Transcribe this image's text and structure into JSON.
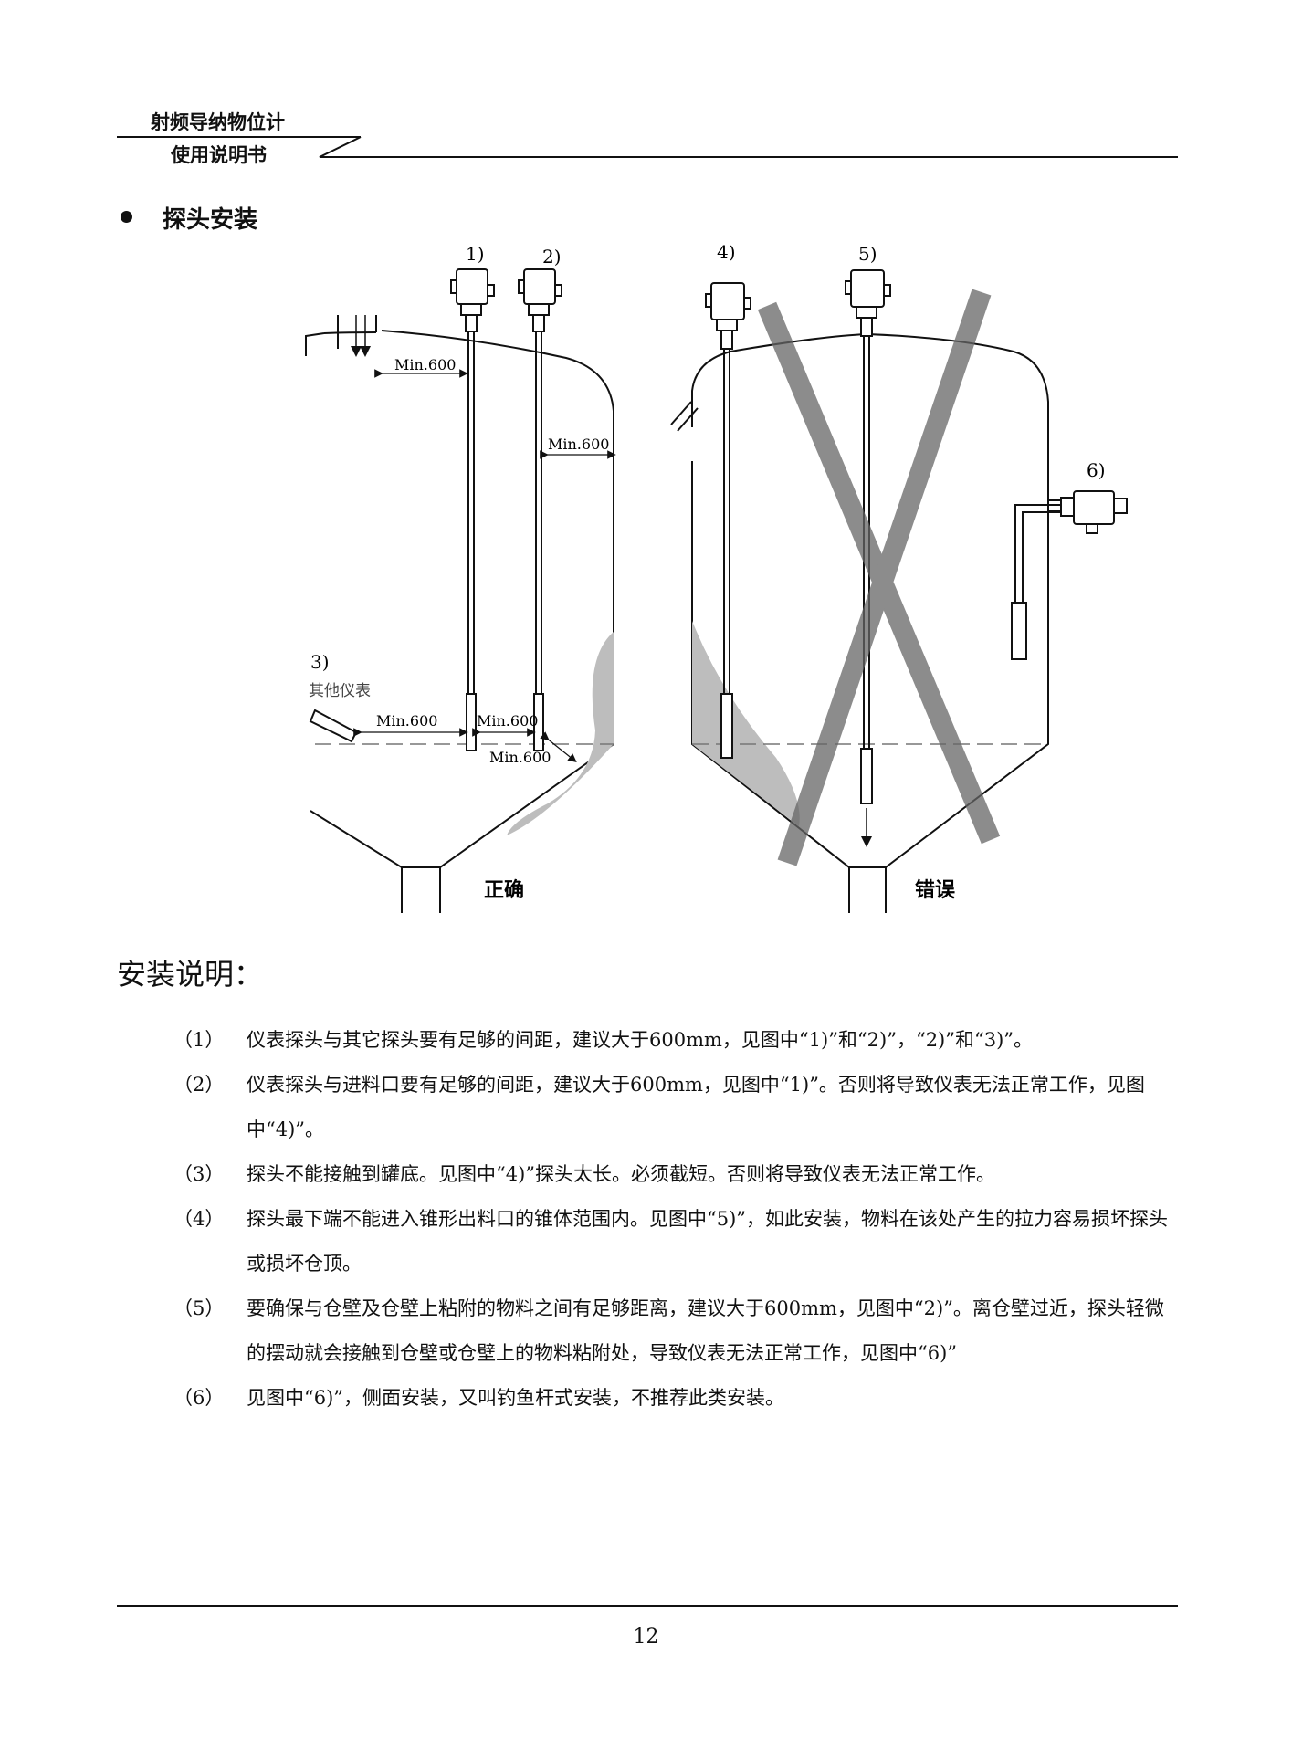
{
  "header": {
    "title": "射频导纳物位计",
    "subtitle": "使用说明书"
  },
  "section": {
    "bullet_title": "探头安装"
  },
  "figure": {
    "labels": {
      "p1": "1)",
      "p2": "2)",
      "p3": "3)",
      "p3_caption": "其他仪表",
      "p4": "4)",
      "p5": "5)",
      "p6": "6)",
      "dim_top": "Min.600",
      "dim_wall": "Min.600",
      "dim_bottom_left": "Min.600",
      "dim_bottom_mid": "Min.600",
      "dim_bottom_right": "Min.600",
      "correct": "正确",
      "wrong": "错误"
    }
  },
  "notes": {
    "title": "安装说明：",
    "items": [
      {
        "num": "（1）",
        "text": "仪表探头与其它探头要有足够的间距，建议大于600mm，见图中“1)”和“2)”，“2)”和“3)”。"
      },
      {
        "num": "（2）",
        "text": "仪表探头与进料口要有足够的间距，建议大于600mm，见图中“1)”。否则将导致仪表无法正常工作，见图中“4)”。"
      },
      {
        "num": "（3）",
        "text": "探头不能接触到罐底。见图中“4)”探头太长。必须截短。否则将导致仪表无法正常工作。"
      },
      {
        "num": "（4）",
        "text": "探头最下端不能进入锥形出料口的锥体范围内。见图中“5)”，如此安装，物料在该处产生的拉力容易损坏探头或损坏仓顶。"
      },
      {
        "num": "（5）",
        "text": "要确保与仓壁及仓壁上粘附的物料之间有足够距离，建议大于600mm，见图中“2)”。离仓壁过近，探头轻微的摆动就会接触到仓壁或仓壁上的物料粘附处，导致仪表无法正常工作，见图中“6)”"
      },
      {
        "num": "（6）",
        "text": "见图中“6)”，侧面安装，又叫钓鱼杆式安装，不推荐此类安装。"
      }
    ]
  },
  "footer": {
    "page_number": "12"
  }
}
